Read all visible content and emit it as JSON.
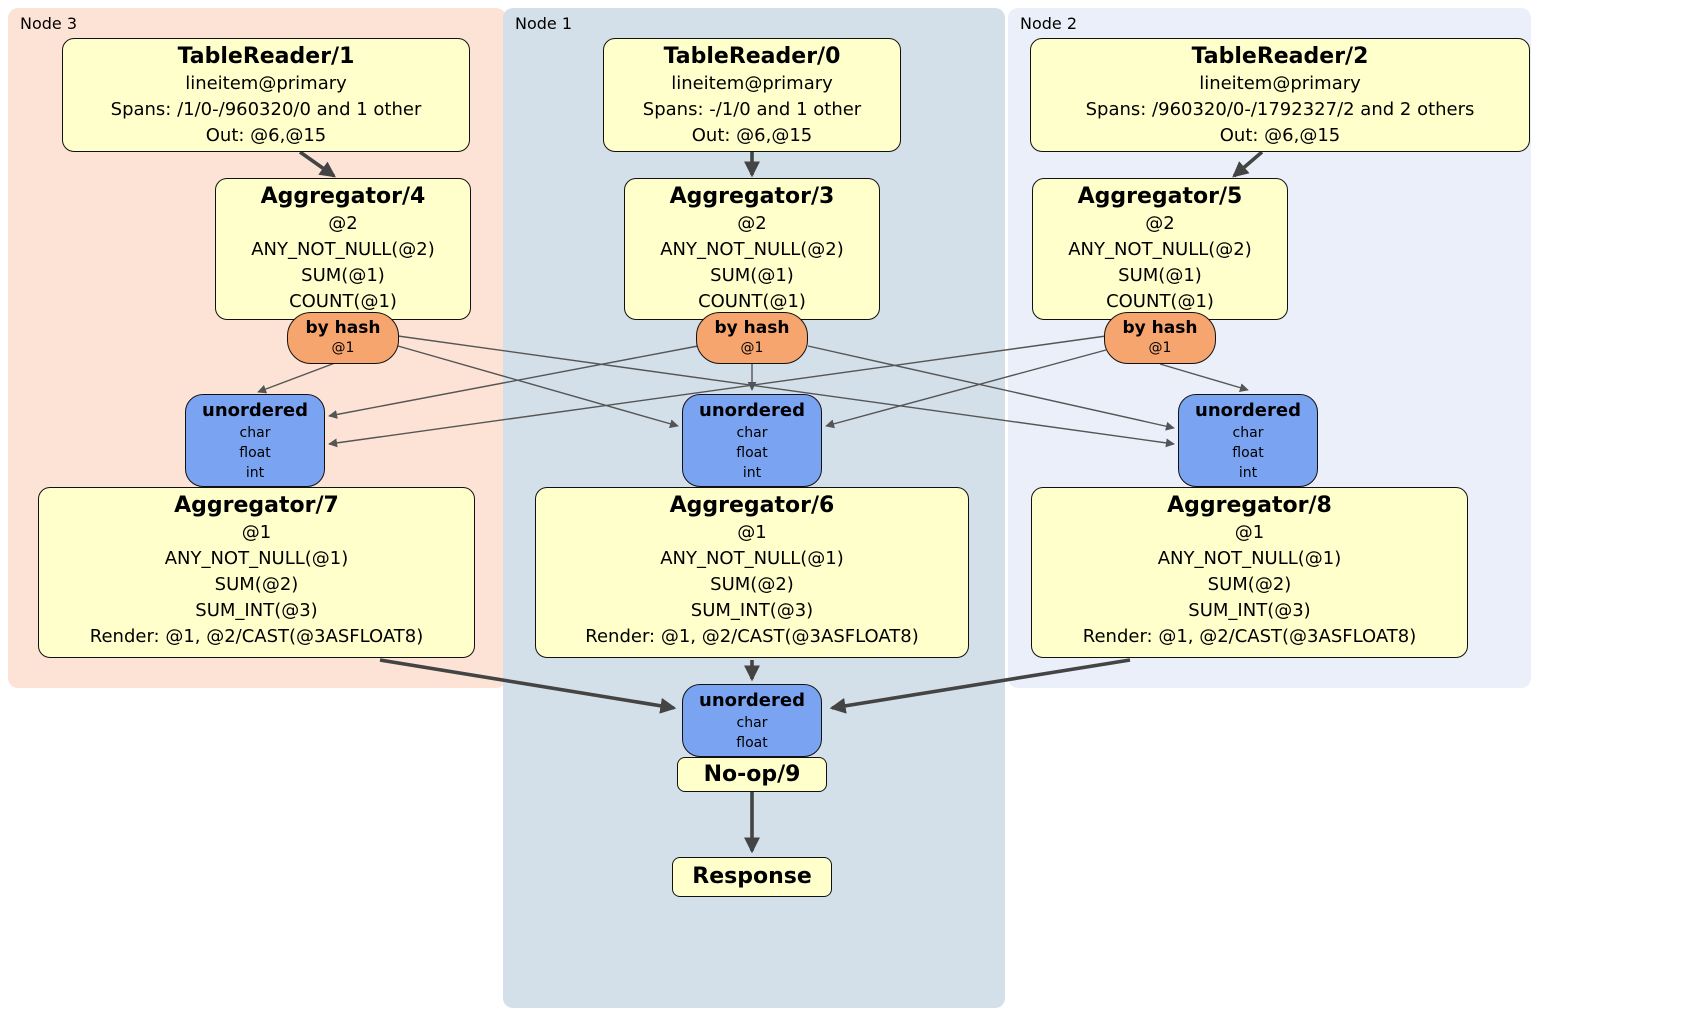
{
  "panels": {
    "node3": {
      "label": "Node 3"
    },
    "node1": {
      "label": "Node 1"
    },
    "node2": {
      "label": "Node 2"
    }
  },
  "colors": {
    "node3_bg": "#fde3d5",
    "node1_bg": "#d3e0e9",
    "node2_bg": "#eaeffa",
    "op_bg": "#ffffcc",
    "router_bg": "#f6a56f",
    "sync_bg": "#7aa4f2",
    "edge": "#555555",
    "edge_thick": "#444444"
  },
  "operators": {
    "tr1": {
      "title": "TableReader/1",
      "lines": [
        "lineitem@primary",
        "Spans: /1/0-/960320/0 and 1 other",
        "Out: @6,@15"
      ]
    },
    "tr0": {
      "title": "TableReader/0",
      "lines": [
        "lineitem@primary",
        "Spans: -/1/0 and 1 other",
        "Out: @6,@15"
      ]
    },
    "tr2": {
      "title": "TableReader/2",
      "lines": [
        "lineitem@primary",
        "Spans: /960320/0-/1792327/2 and 2 others",
        "Out: @6,@15"
      ]
    },
    "agg4": {
      "title": "Aggregator/4",
      "lines": [
        "@2",
        "ANY_NOT_NULL(@2)",
        "SUM(@1)",
        "COUNT(@1)"
      ]
    },
    "agg3": {
      "title": "Aggregator/3",
      "lines": [
        "@2",
        "ANY_NOT_NULL(@2)",
        "SUM(@1)",
        "COUNT(@1)"
      ]
    },
    "agg5": {
      "title": "Aggregator/5",
      "lines": [
        "@2",
        "ANY_NOT_NULL(@2)",
        "SUM(@1)",
        "COUNT(@1)"
      ]
    },
    "agg7": {
      "title": "Aggregator/7",
      "lines": [
        "@1",
        "ANY_NOT_NULL(@1)",
        "SUM(@2)",
        "SUM_INT(@3)",
        "Render: @1, @2/CAST(@3ASFLOAT8)"
      ]
    },
    "agg6": {
      "title": "Aggregator/6",
      "lines": [
        "@1",
        "ANY_NOT_NULL(@1)",
        "SUM(@2)",
        "SUM_INT(@3)",
        "Render: @1, @2/CAST(@3ASFLOAT8)"
      ]
    },
    "agg8": {
      "title": "Aggregator/8",
      "lines": [
        "@1",
        "ANY_NOT_NULL(@1)",
        "SUM(@2)",
        "SUM_INT(@3)",
        "Render: @1, @2/CAST(@3ASFLOAT8)"
      ]
    },
    "noop": {
      "title": "No-op/9"
    },
    "response": {
      "title": "Response"
    }
  },
  "router": {
    "title": "by hash",
    "sub": "@1"
  },
  "sync": {
    "title": "unordered",
    "lines": [
      "char",
      "float",
      "int"
    ]
  },
  "sync_final": {
    "title": "unordered",
    "lines": [
      "char",
      "float"
    ]
  }
}
